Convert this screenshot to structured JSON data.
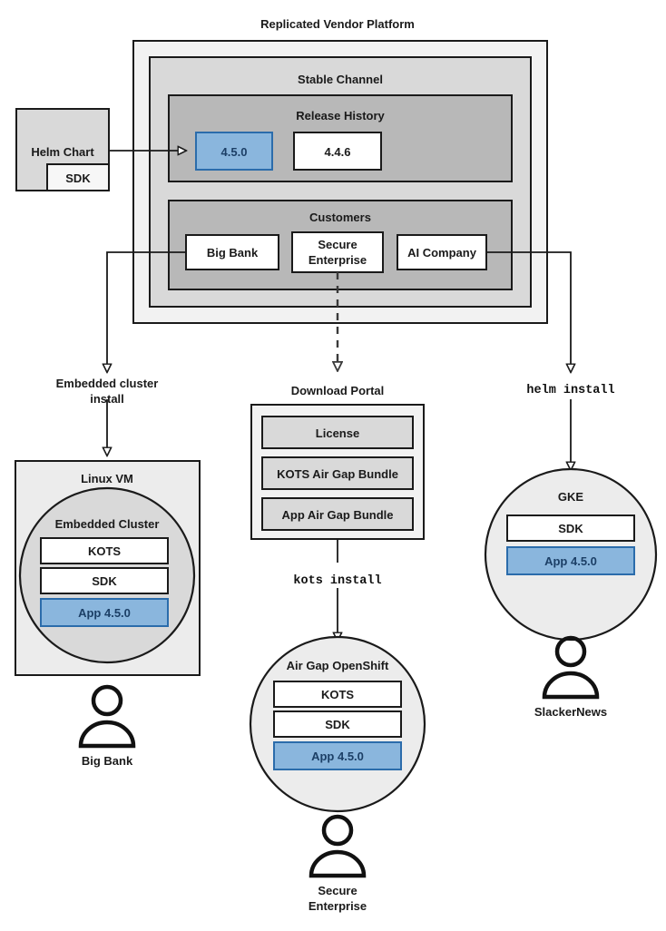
{
  "title": "Replicated Vendor Platform",
  "colors": {
    "outer_panel": "#f2f2f2",
    "mid_panel": "#d9d9d9",
    "inner_panel": "#b8b8b8",
    "white": "#ffffff",
    "highlight_fill": "#8ab6dd",
    "highlight_stroke": "#2b6cab",
    "highlight_text": "#1c3f66",
    "stroke": "#1a1a1a"
  },
  "platform": {
    "stable_channel": {
      "label": "Stable Channel",
      "release_history": {
        "label": "Release History",
        "releases": [
          {
            "version": "4.5.0",
            "highlighted": true
          },
          {
            "version": "4.4.6",
            "highlighted": false
          }
        ]
      },
      "customers": {
        "label": "Customers",
        "items": [
          {
            "name": "Big Bank"
          },
          {
            "name_line1": "Secure",
            "name_line2": "Enterprise"
          },
          {
            "name": "AI Company"
          }
        ]
      }
    }
  },
  "helm_chart": {
    "label": "Helm Chart",
    "sdk_label": "SDK"
  },
  "flows": {
    "embedded_install_line1": "Embedded cluster",
    "embedded_install_line2": "install",
    "kots_install": "kots install",
    "helm_install": "helm install"
  },
  "download_portal": {
    "label": "Download Portal",
    "items": [
      "License",
      "KOTS Air Gap Bundle",
      "App Air Gap Bundle"
    ]
  },
  "targets": {
    "linux_vm": {
      "label": "Linux VM",
      "cluster_label": "Embedded Cluster",
      "components": [
        {
          "label": "KOTS",
          "highlighted": false
        },
        {
          "label": "SDK",
          "highlighted": false
        },
        {
          "label": "App 4.5.0",
          "highlighted": true
        }
      ],
      "user": "Big Bank"
    },
    "airgap_openshift": {
      "label": "Air Gap OpenShift",
      "components": [
        {
          "label": "KOTS",
          "highlighted": false
        },
        {
          "label": "SDK",
          "highlighted": false
        },
        {
          "label": "App 4.5.0",
          "highlighted": true
        }
      ],
      "user_line1": "Secure",
      "user_line2": "Enterprise"
    },
    "gke": {
      "label": "GKE",
      "components": [
        {
          "label": "SDK",
          "highlighted": false
        },
        {
          "label": "App 4.5.0",
          "highlighted": true
        }
      ],
      "user": "SlackerNews"
    }
  },
  "icons": {
    "person": "person-icon",
    "arrow": "arrow-head-icon"
  }
}
